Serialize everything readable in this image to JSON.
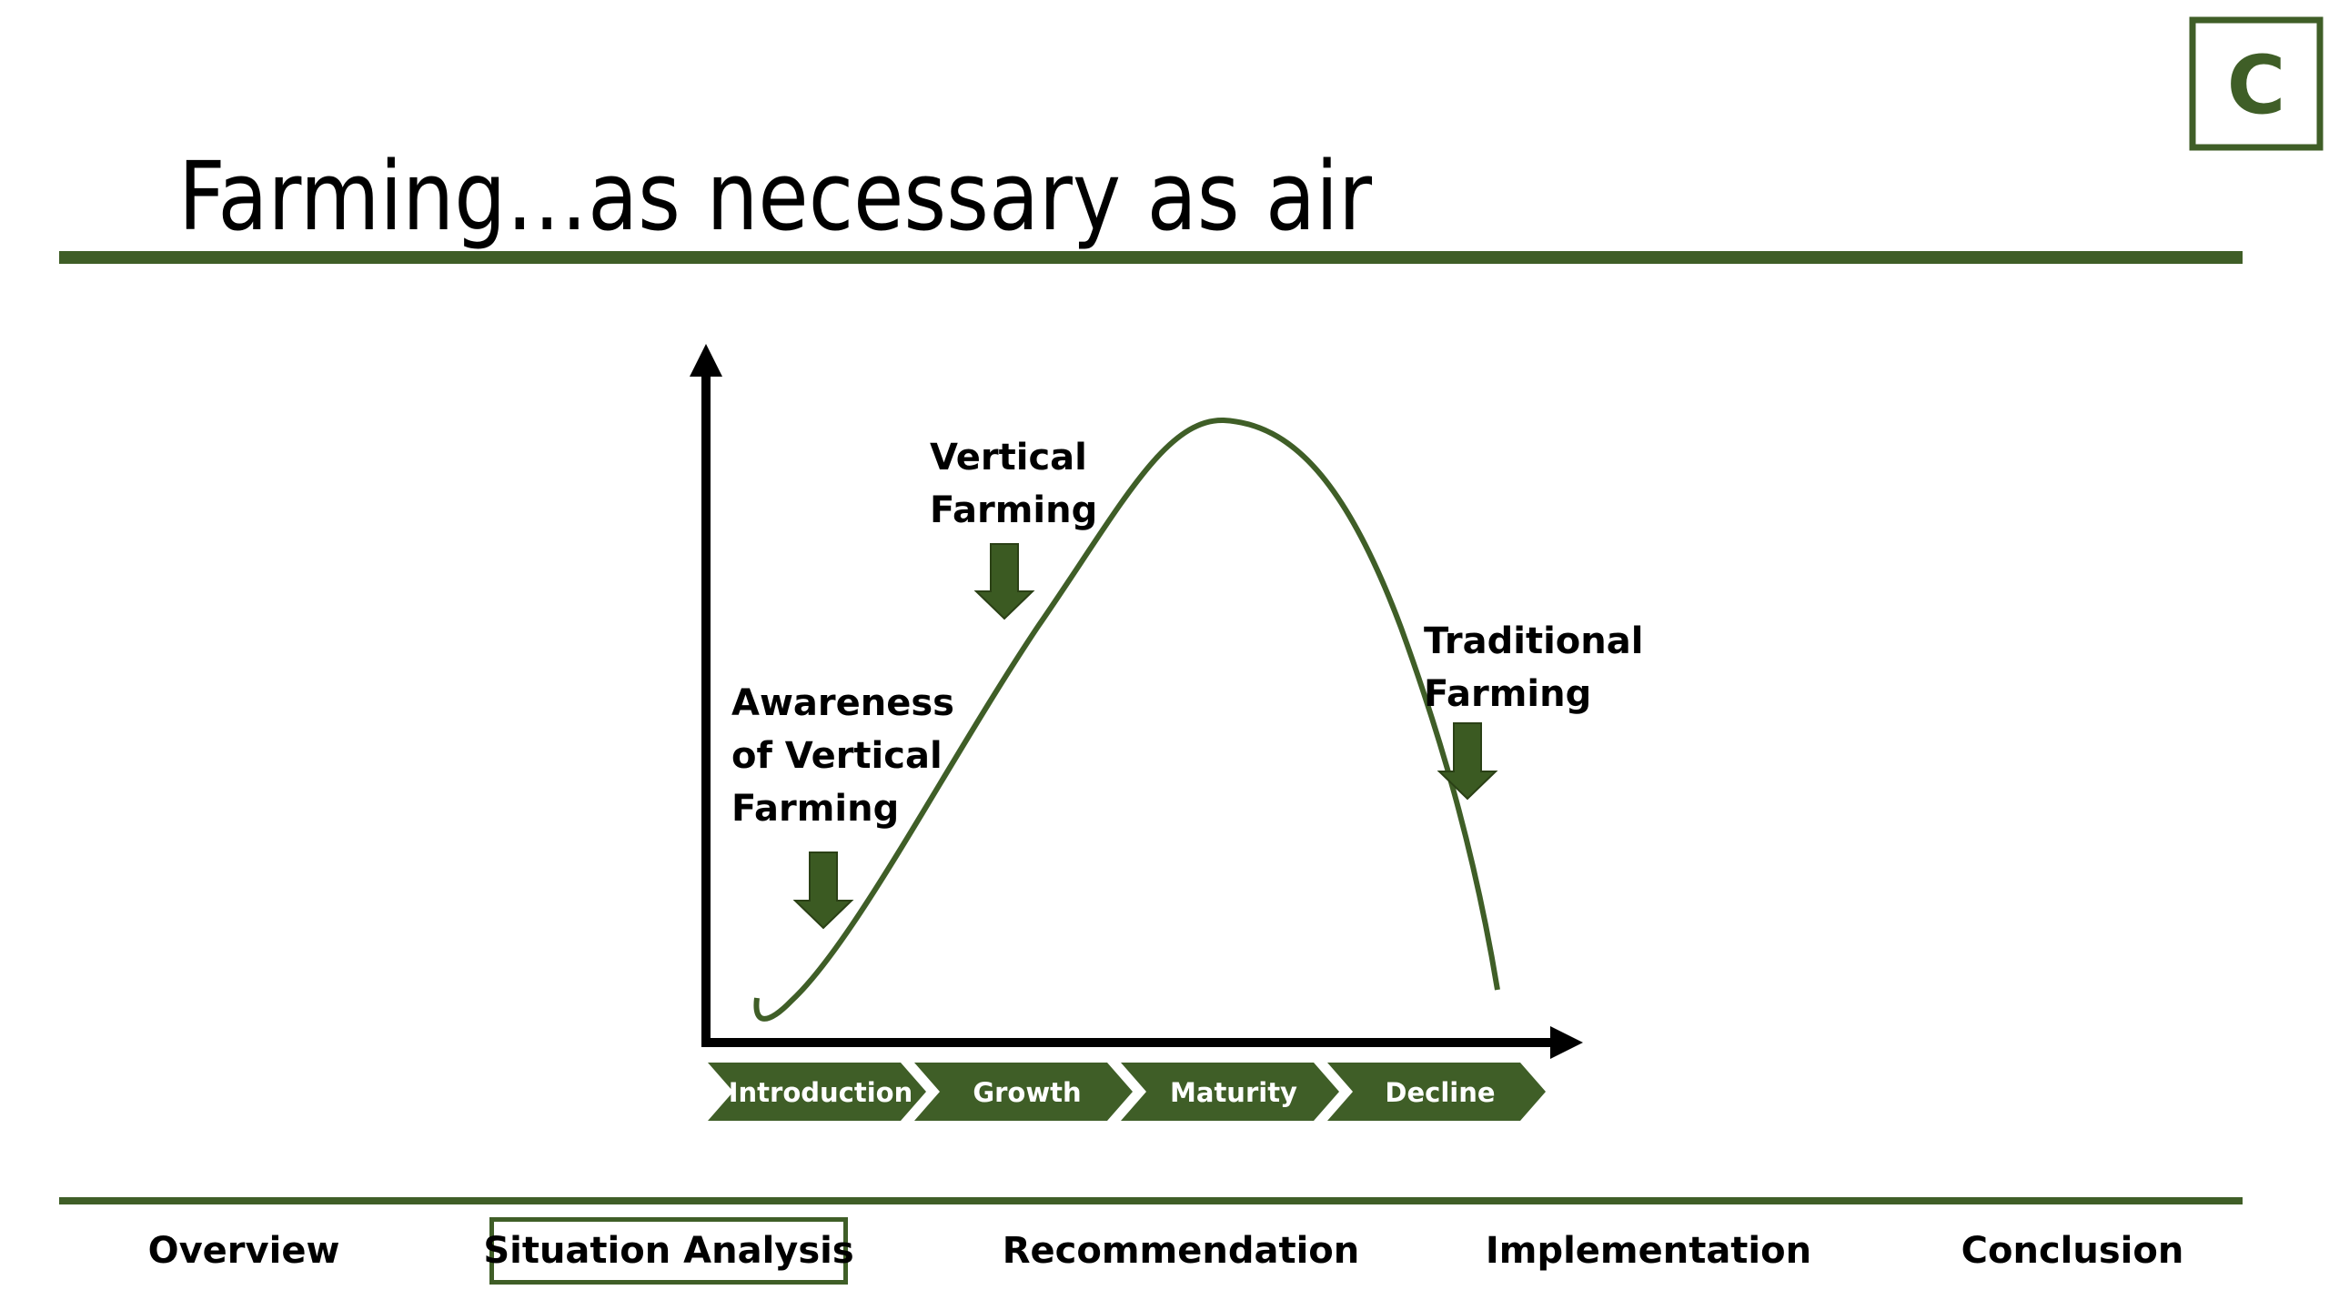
{
  "slide": {
    "title": "Farming…as necessary as air",
    "logo_letter": "C"
  },
  "colors": {
    "accent_green": "#3f5e27",
    "arrow_green": "#3b5a22",
    "axis": "#000000",
    "text": "#000000"
  },
  "diagram": {
    "curve": "product-life-cycle",
    "stages": [
      "Introduction",
      "Growth",
      "Maturity",
      "Decline"
    ],
    "callouts": [
      {
        "lines": [
          "Awareness",
          "of Vertical",
          "Farming"
        ],
        "stage": "Introduction"
      },
      {
        "lines": [
          "Vertical",
          "Farming"
        ],
        "stage": "Growth"
      },
      {
        "lines": [
          "Traditional",
          "Farming"
        ],
        "stage": "Decline"
      }
    ],
    "icons": [
      "arrow-down-icon",
      "axis-arrow-icon"
    ]
  },
  "nav": {
    "items": [
      {
        "label": "Overview",
        "active": false
      },
      {
        "label": "Situation Analysis",
        "active": true
      },
      {
        "label": "Recommendation",
        "active": false
      },
      {
        "label": "Implementation",
        "active": false
      },
      {
        "label": "Conclusion",
        "active": false
      }
    ]
  }
}
